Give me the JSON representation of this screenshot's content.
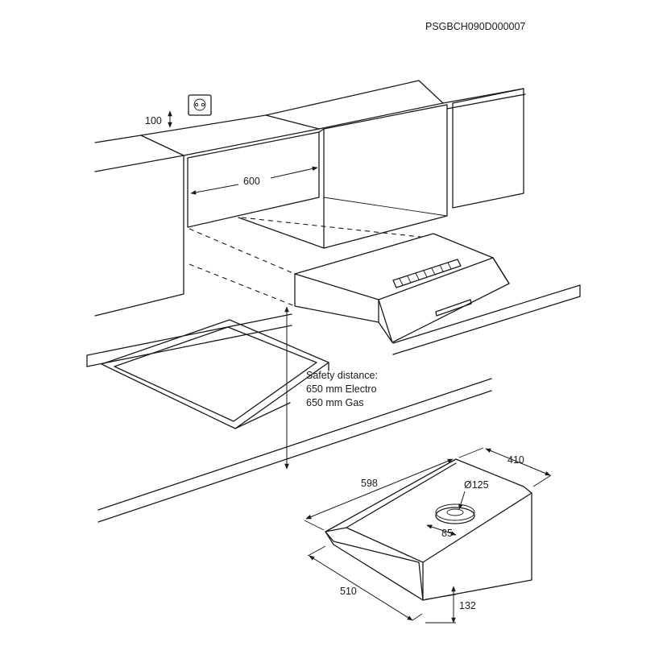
{
  "code": "PSGBCH090D000007",
  "dimensions": {
    "socket_height": "100",
    "cabinet_width": "600",
    "hood_width": "598",
    "hood_depth": "410",
    "duct_diameter": "Ø125",
    "duct_offset": "85",
    "hood_front_depth": "510",
    "hood_height": "132"
  },
  "safety": {
    "line1": "Safety distance:",
    "line2": "650 mm Electro",
    "line3": "650 mm Gas"
  }
}
